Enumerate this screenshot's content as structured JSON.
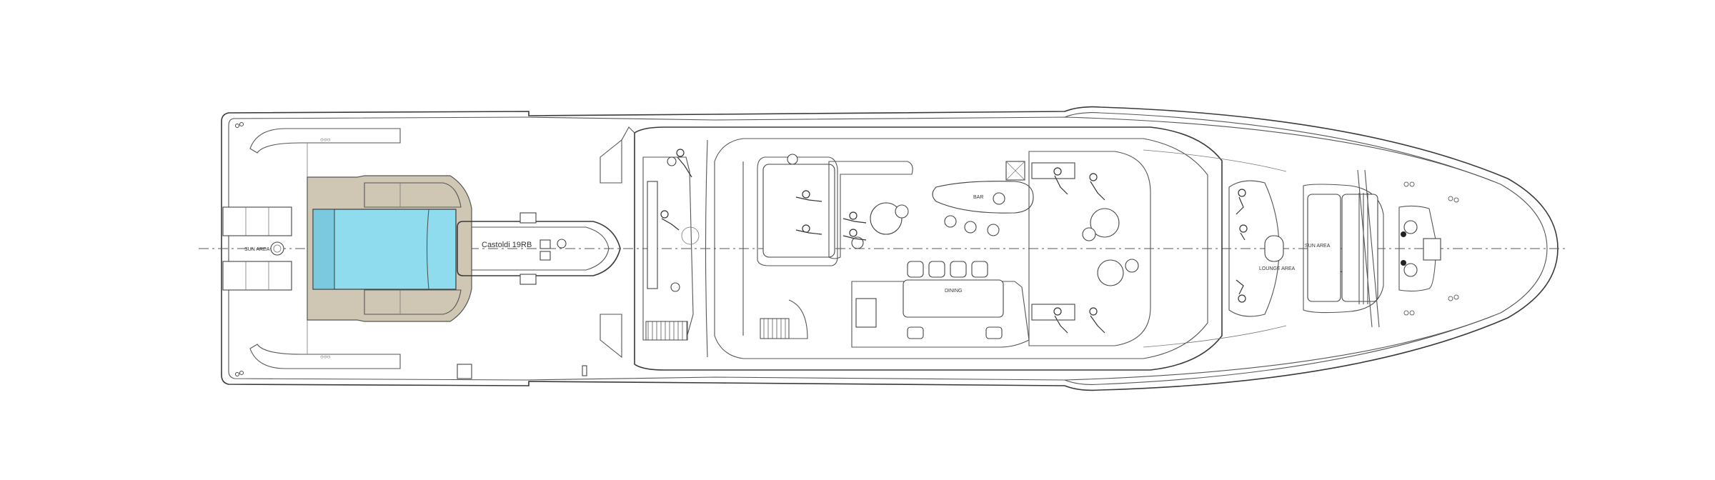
{
  "plan": {
    "sun_area_aft_label": "SUN AREA",
    "tender_label": "Castoldi 19RB",
    "bar_label": "BAR",
    "dining_label": "DINING",
    "lounge_label": "LOUNGE AREA",
    "sun_area_fwd_label": "SUN AREA"
  },
  "colors": {
    "jacuzzi": "#8fdcef",
    "teak": "#f1f1f1",
    "coaming": "#cfc7b3",
    "line": "#3a3a3a"
  },
  "icons": [
    "gear-icon",
    "person-icon",
    "stair-icon"
  ]
}
